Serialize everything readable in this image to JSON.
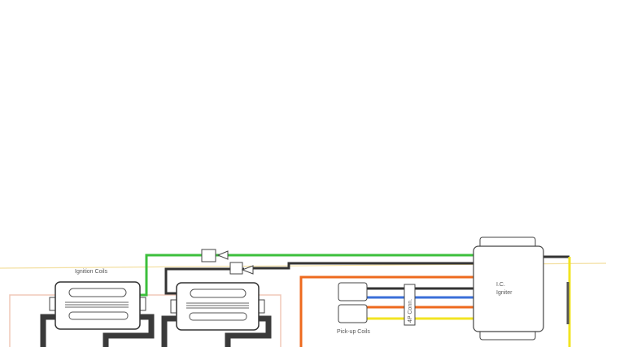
{
  "labels": {
    "ignition_coils": "Ignition Coils",
    "ic_igniter_line1": "I.C.",
    "ic_igniter_line2": "Igniter",
    "pickup_coils": "Pick-up Coils",
    "connector": "4P Conn."
  },
  "wire_colors": {
    "green": "#3cbf3c",
    "black": "#333333",
    "orange": "#ee6a1e",
    "blue": "#3a6fd8",
    "yellow": "#f2e422",
    "thin_yellow": "#f3dfa0",
    "pink": "#f0c8b8"
  }
}
